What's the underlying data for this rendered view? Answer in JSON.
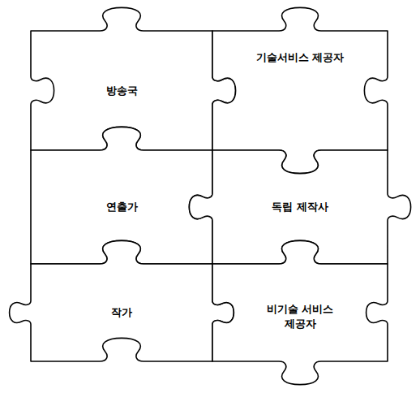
{
  "diagram": {
    "nodes": [
      {
        "text": [
          "방송국"
        ]
      },
      {
        "text": [
          "기술서비스 제공자"
        ]
      },
      {
        "text": [
          "연출가"
        ]
      },
      {
        "text": [
          "독립 제작사"
        ]
      },
      {
        "text": [
          "작가"
        ]
      },
      {
        "text": [
          "비기술 서비스 제공자"
        ]
      }
    ]
  }
}
